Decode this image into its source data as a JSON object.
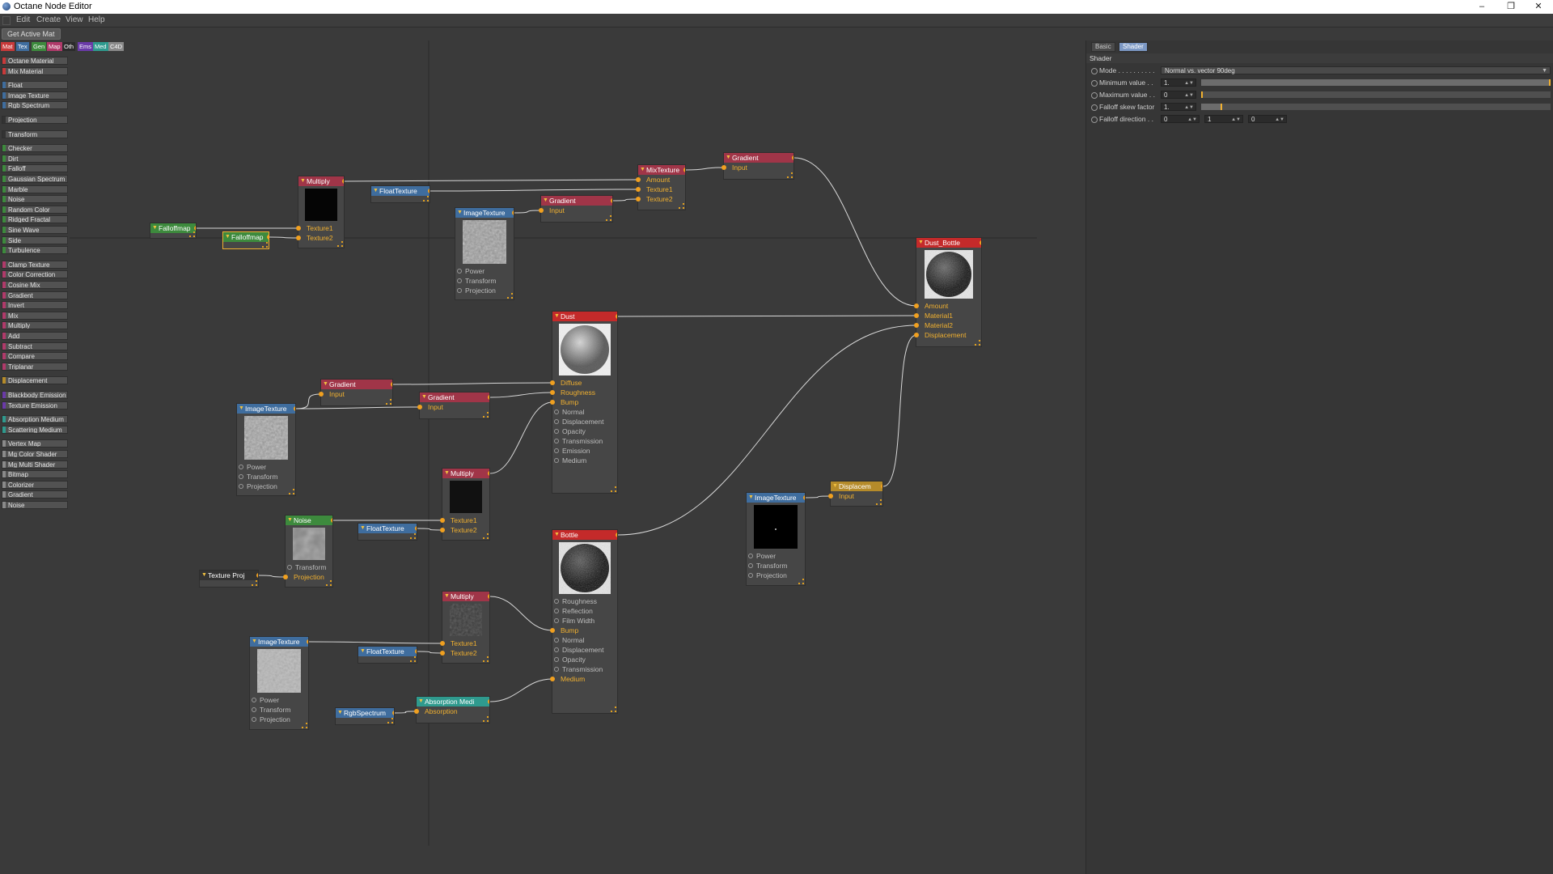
{
  "window": {
    "title": "Octane Node Editor",
    "minimize": "–",
    "maximize": "❐",
    "close": "✕"
  },
  "menu": [
    "Edit",
    "Create",
    "View",
    "Help"
  ],
  "toolbar": {
    "get_active_mat": "Get Active Mat"
  },
  "categories": [
    {
      "label": "Mat",
      "color": "#c83a3a"
    },
    {
      "label": "Tex",
      "color": "#3f6d9e"
    },
    {
      "label": "Gen",
      "color": "#3d8a3d"
    },
    {
      "label": "Map",
      "color": "#b03a6a"
    },
    {
      "label": "Oth",
      "color": "#2b2b2b"
    },
    {
      "label": "Ems",
      "color": "#6a3aa8"
    },
    {
      "label": "Med",
      "color": "#2f9a8e"
    },
    {
      "label": "C4D",
      "color": "#8a8a8a"
    }
  ],
  "palette": [
    {
      "label": "Octane Material",
      "color": "#c83a3a",
      "gap": 0
    },
    {
      "label": "Mix Material",
      "color": "#c83a3a",
      "gap": 0
    },
    {
      "label": "Float",
      "color": "#3f6d9e",
      "gap": 1
    },
    {
      "label": "Image Texture",
      "color": "#3f6d9e",
      "gap": 0
    },
    {
      "label": "Rgb Spectrum",
      "color": "#3f6d9e",
      "gap": 0
    },
    {
      "label": "Projection",
      "color": "#333333",
      "gap": 1
    },
    {
      "label": "Transform",
      "color": "#333333",
      "gap": 1
    },
    {
      "label": "Checker",
      "color": "#3d8a3d",
      "gap": 1
    },
    {
      "label": "Dirt",
      "color": "#3d8a3d",
      "gap": 0
    },
    {
      "label": "Falloff",
      "color": "#3d8a3d",
      "gap": 0
    },
    {
      "label": "Gaussian Spectrum",
      "color": "#3d8a3d",
      "gap": 0
    },
    {
      "label": "Marble",
      "color": "#3d8a3d",
      "gap": 0
    },
    {
      "label": "Noise",
      "color": "#3d8a3d",
      "gap": 0
    },
    {
      "label": "Random Color",
      "color": "#3d8a3d",
      "gap": 0
    },
    {
      "label": "Ridged Fractal",
      "color": "#3d8a3d",
      "gap": 0
    },
    {
      "label": "Sine Wave",
      "color": "#3d8a3d",
      "gap": 0
    },
    {
      "label": "Side",
      "color": "#3d8a3d",
      "gap": 0
    },
    {
      "label": "Turbulence",
      "color": "#3d8a3d",
      "gap": 0
    },
    {
      "label": "Clamp Texture",
      "color": "#b03a6a",
      "gap": 1
    },
    {
      "label": "Color Correction",
      "color": "#b03a6a",
      "gap": 0
    },
    {
      "label": "Cosine Mix",
      "color": "#b03a6a",
      "gap": 0
    },
    {
      "label": "Gradient",
      "color": "#b03a6a",
      "gap": 0
    },
    {
      "label": "Invert",
      "color": "#b03a6a",
      "gap": 0
    },
    {
      "label": "Mix",
      "color": "#b03a6a",
      "gap": 0
    },
    {
      "label": "Multiply",
      "color": "#b03a6a",
      "gap": 0
    },
    {
      "label": "Add",
      "color": "#b03a6a",
      "gap": 0
    },
    {
      "label": "Subtract",
      "color": "#b03a6a",
      "gap": 0
    },
    {
      "label": "Compare",
      "color": "#b03a6a",
      "gap": 0
    },
    {
      "label": "Triplanar",
      "color": "#b03a6a",
      "gap": 0
    },
    {
      "label": "Displacement",
      "color": "#b58b2a",
      "gap": 1
    },
    {
      "label": "Blackbody Emission",
      "color": "#6a3aa8",
      "gap": 1
    },
    {
      "label": "Texture Emission",
      "color": "#6a3aa8",
      "gap": 0
    },
    {
      "label": "Absorption Medium",
      "color": "#2f9a8e",
      "gap": 1
    },
    {
      "label": "Scattering Medium",
      "color": "#2f9a8e",
      "gap": 0
    },
    {
      "label": "Vertex Map",
      "color": "#8a8a8a",
      "gap": 1
    },
    {
      "label": "Mg Color Shader",
      "color": "#8a8a8a",
      "gap": 0
    },
    {
      "label": "Mg Multi Shader",
      "color": "#8a8a8a",
      "gap": 0
    },
    {
      "label": "Bitmap",
      "color": "#8a8a8a",
      "gap": 0
    },
    {
      "label": "Colorizer",
      "color": "#8a8a8a",
      "gap": 0
    },
    {
      "label": "Gradient",
      "color": "#8a8a8a",
      "gap": 0
    },
    {
      "label": "Noise",
      "color": "#8a8a8a",
      "gap": 0
    }
  ],
  "nodes": {
    "falloffmap1": {
      "title": "Falloffmap"
    },
    "falloffmap2": {
      "title": "Falloffmap"
    },
    "multiply_top": {
      "title": "Multiply",
      "pins": [
        "Texture1",
        "Texture2"
      ]
    },
    "floattex_top": {
      "title": "FloatTexture"
    },
    "imagetex_top": {
      "title": "ImageTexture",
      "pins": [
        "Power",
        "Transform",
        "Projection"
      ]
    },
    "gradient_mid": {
      "title": "Gradient",
      "pins": [
        "Input"
      ]
    },
    "mixtexture": {
      "title": "MixTexture",
      "pins": [
        "Amount",
        "Texture1",
        "Texture2"
      ]
    },
    "gradient_top": {
      "title": "Gradient",
      "pins": [
        "Input"
      ]
    },
    "dust_bottle": {
      "title": "Dust_Bottle",
      "pins": [
        "Amount",
        "Material1",
        "Material2",
        "Displacement"
      ]
    },
    "dust": {
      "title": "Dust",
      "pins": [
        "Diffuse",
        "Roughness",
        "Bump",
        "Normal",
        "Displacement",
        "Opacity",
        "Transmission",
        "Emission",
        "Medium"
      ]
    },
    "gradient_a": {
      "title": "Gradient",
      "pins": [
        "Input"
      ]
    },
    "gradient_b": {
      "title": "Gradient",
      "pins": [
        "Input"
      ]
    },
    "imagetex_left": {
      "title": "ImageTexture",
      "pins": [
        "Power",
        "Transform",
        "Projection"
      ]
    },
    "multiply_mid": {
      "title": "Multiply",
      "pins": [
        "Texture1",
        "Texture2"
      ]
    },
    "noise": {
      "title": "Noise",
      "pins": [
        "Transform",
        "Projection"
      ]
    },
    "floattex_mid": {
      "title": "FloatTexture"
    },
    "textureproj": {
      "title": "Texture Proj"
    },
    "bottle": {
      "title": "Bottle",
      "pins": [
        "Roughness",
        "Reflection",
        "Film Width",
        "Bump",
        "Normal",
        "Displacement",
        "Opacity",
        "Transmission",
        "Medium"
      ]
    },
    "multiply_low": {
      "title": "Multiply",
      "pins": [
        "Texture1",
        "Texture2"
      ]
    },
    "imagetex_low": {
      "title": "ImageTexture",
      "pins": [
        "Power",
        "Transform",
        "Projection"
      ]
    },
    "floattex_low": {
      "title": "FloatTexture"
    },
    "absorption": {
      "title": "Absorption Medi",
      "pins": [
        "Absorption"
      ]
    },
    "rgbspectrum": {
      "title": "RgbSpectrum"
    },
    "displacement": {
      "title": "Displacem",
      "pins": [
        "Input"
      ]
    },
    "imagetex_right": {
      "title": "ImageTexture",
      "pins": [
        "Power",
        "Transform",
        "Projection"
      ]
    }
  },
  "attributes": {
    "tabs": [
      "Basic",
      "Shader"
    ],
    "active_tab": "Shader",
    "section": "Shader",
    "mode": {
      "label": "Mode . . . . . . . . . .",
      "value": "Normal vs. vector 90deg"
    },
    "min_value": {
      "label": "Minimum value . .",
      "value": "1.",
      "fraction": 1.0
    },
    "max_value": {
      "label": "Maximum value . .",
      "value": "0",
      "fraction": 0.0
    },
    "skew": {
      "label": "Falloff skew factor",
      "value": "1.",
      "fraction": 0.06
    },
    "direction": {
      "label": "Falloff direction . .",
      "x": "0",
      "y": "1",
      "z": "0"
    }
  }
}
